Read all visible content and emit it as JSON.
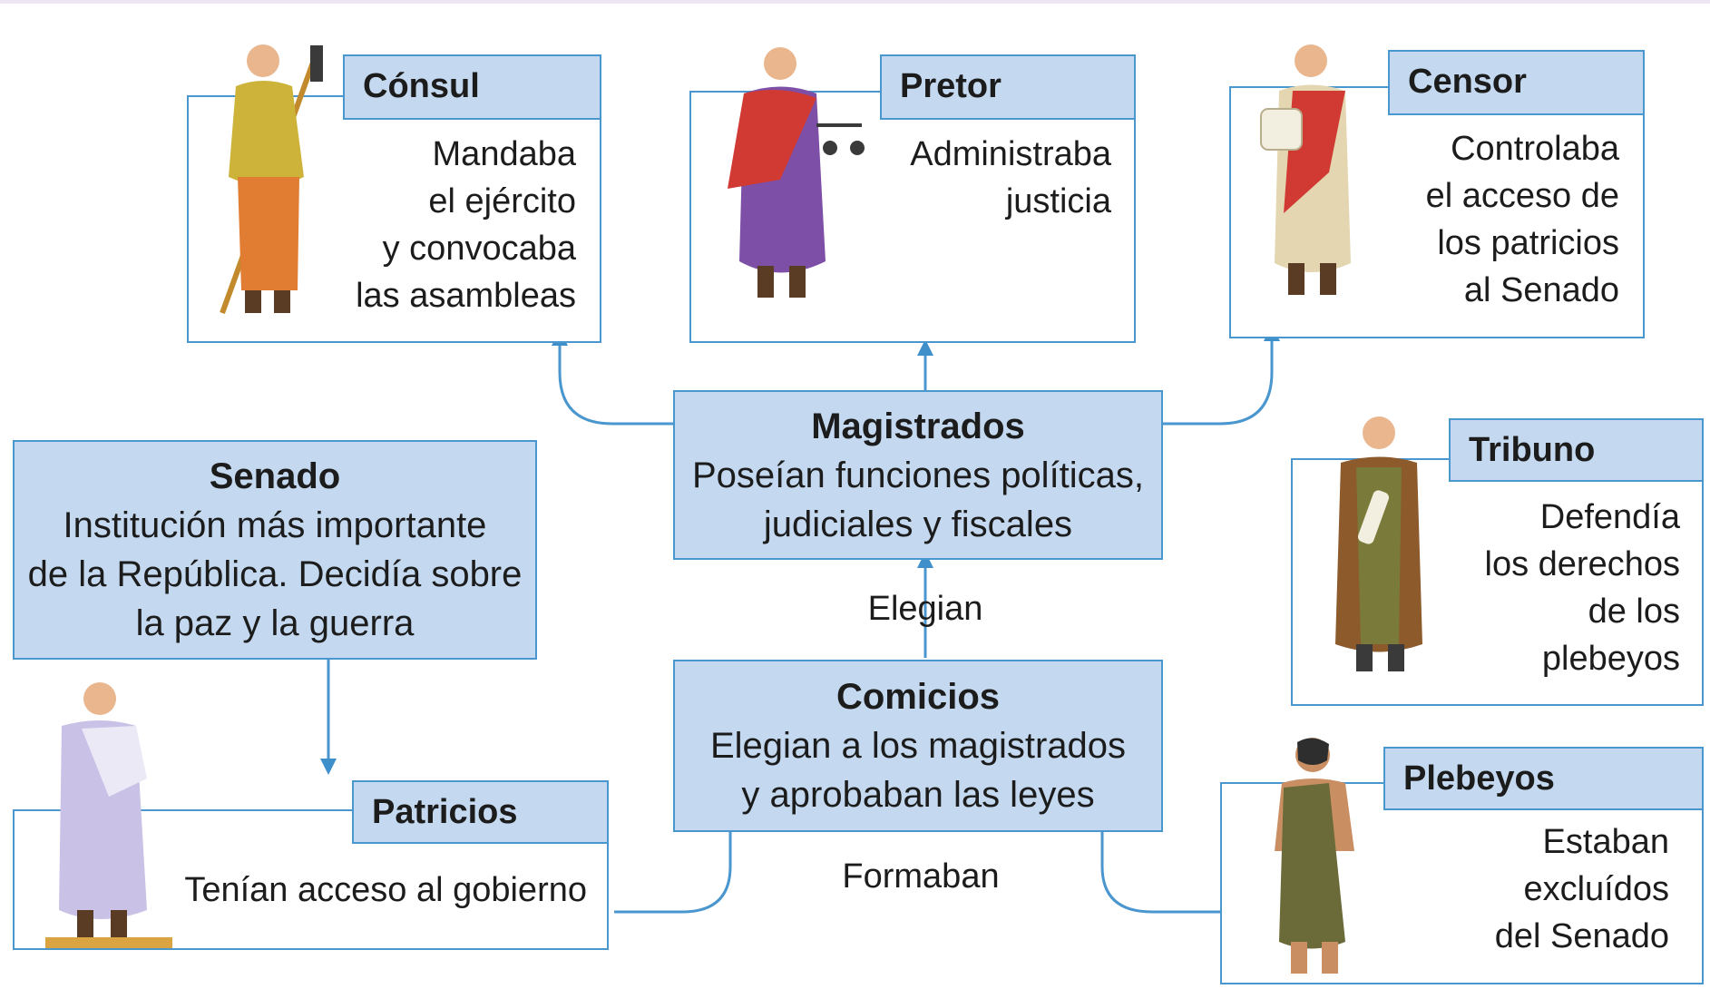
{
  "diagram": {
    "consul": {
      "title": "Cónsul",
      "text": "Mandaba\nel ejército\ny convocaba\nlas asambleas"
    },
    "pretor": {
      "title": "Pretor",
      "text": "Administraba\njusticia"
    },
    "censor": {
      "title": "Censor",
      "text": "Controlaba\nel acceso de\nlos patricios\nal Senado"
    },
    "magistrados": {
      "title": "Magistrados",
      "text": "Poseían funciones políticas,\njudiciales y fiscales"
    },
    "senado": {
      "title": "Senado",
      "text": "Institución más importante\nde la República. Decidía sobre\nla paz y la guerra"
    },
    "tribuno": {
      "title": "Tribuno",
      "text": "Defendía\nlos derechos\nde los\nplebeyos"
    },
    "comicios": {
      "title": "Comicios",
      "text": "Elegian a los magistrados\ny aprobaban las leyes"
    },
    "patricios": {
      "title": "Patricios",
      "text": "Tenían acceso al gobierno"
    },
    "plebeyos": {
      "title": "Plebeyos",
      "text": "Estaban\nexcluídos\ndel Senado"
    },
    "edge_elegian": "Elegian",
    "edge_formaban": "Formaban"
  },
  "colors": {
    "box_fill": "#c4d9f0",
    "line": "#4a96cf"
  }
}
